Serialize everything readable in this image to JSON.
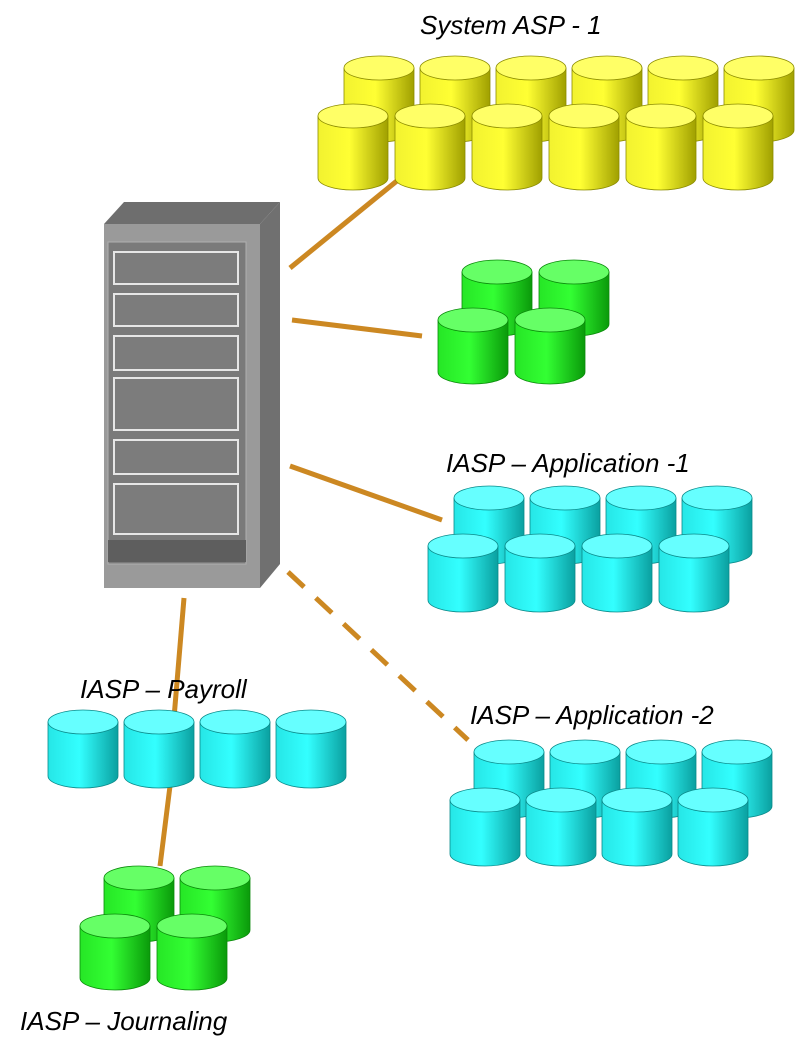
{
  "diagram": {
    "labels": {
      "system_asp": "System ASP - 1",
      "app1": "IASP – Application -1",
      "app2": "IASP – Application -2",
      "payroll": "IASP – Payroll",
      "journaling": "IASP – Journaling"
    },
    "colors": {
      "yellow": "#ffff33",
      "green": "#33ff33",
      "cyan": "#33ffff",
      "connector": "#cc8822",
      "server": "#8a8a8a"
    },
    "groups": [
      {
        "id": "system_asp",
        "color": "yellow",
        "disk_count": 12
      },
      {
        "id": "unlabeled_green",
        "color": "green",
        "disk_count": 4
      },
      {
        "id": "app1",
        "color": "cyan",
        "disk_count": 8
      },
      {
        "id": "app2",
        "color": "cyan",
        "disk_count": 8
      },
      {
        "id": "payroll",
        "color": "cyan",
        "disk_count": 4
      },
      {
        "id": "journaling",
        "color": "green",
        "disk_count": 4
      }
    ],
    "connections": [
      {
        "to": "system_asp",
        "style": "solid"
      },
      {
        "to": "unlabeled_green",
        "style": "solid"
      },
      {
        "to": "app1",
        "style": "solid"
      },
      {
        "to": "app2",
        "style": "dashed"
      },
      {
        "to": "payroll",
        "style": "solid"
      },
      {
        "from": "payroll",
        "to": "journaling",
        "style": "solid"
      }
    ]
  }
}
